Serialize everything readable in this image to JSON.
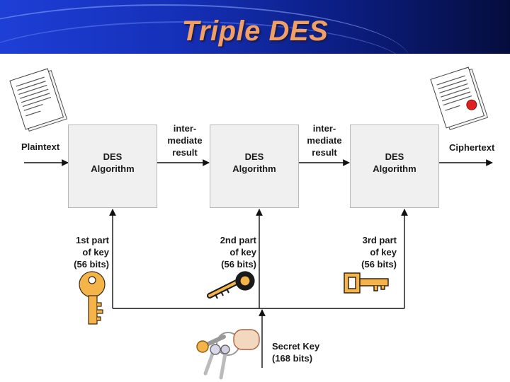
{
  "slide": {
    "title": "Triple DES"
  },
  "diagram": {
    "input_label": "Plaintext",
    "output_label": "Ciphertext",
    "des_boxes": [
      "DES\nAlgorithm",
      "DES\nAlgorithm",
      "DES\nAlgorithm"
    ],
    "intermediate_labels": [
      "inter-\nmediate\nresult",
      "inter-\nmediate\nresult"
    ],
    "key_parts": [
      "1st part\nof key\n(56 bits)",
      "2nd part\nof key\n(56 bits)",
      "3rd part\nof key\n(56 bits)"
    ],
    "secret_key_label": "Secret Key\n(168 bits)"
  },
  "icons": [
    "document-icon",
    "key-icon",
    "keyring-icon"
  ],
  "colors": {
    "title": "#f0a064",
    "header": "#1530b8",
    "key_gold": "#f5b44a",
    "key_dark": "#1a1a1a"
  }
}
